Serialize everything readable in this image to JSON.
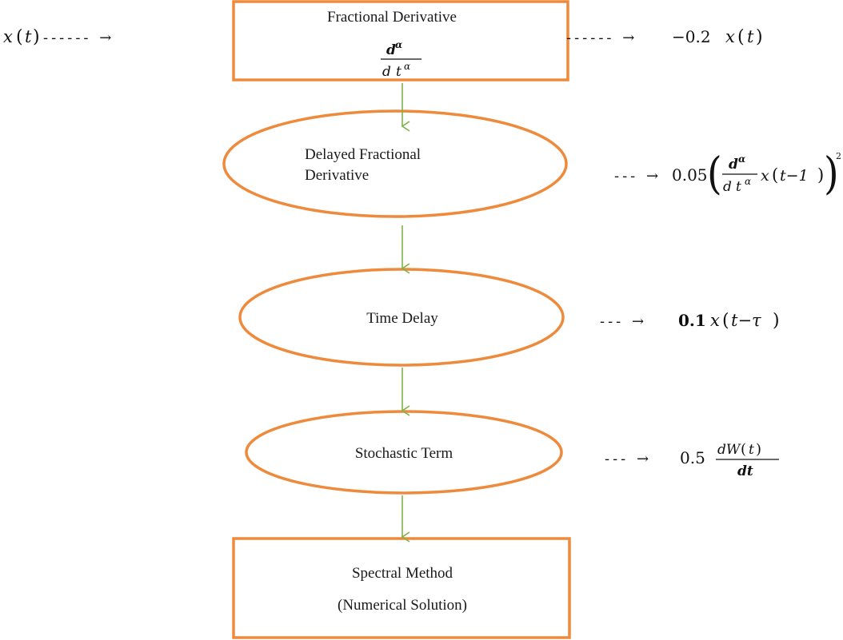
{
  "colors": {
    "shape_stroke": "#ee8a3c",
    "arrow": "#7fb24a",
    "text": "#1a1a1a"
  },
  "input": {
    "x": "x",
    "t": "t",
    "arrow": "------ →"
  },
  "nodes": {
    "fractional_derivative": {
      "label": "Fractional Derivative",
      "num_d": "d",
      "alpha": "α",
      "den_d": "d",
      "den_t": "t"
    },
    "delayed_fractional_derivative": {
      "line1": "Delayed Fractional",
      "line2": "Derivative"
    },
    "time_delay": {
      "label": "Time Delay"
    },
    "stochastic_term": {
      "label": "Stochastic Term"
    },
    "spectral_method": {
      "line1": "Spectral Method",
      "line2": "(Numerical Solution)"
    }
  },
  "outputs": {
    "o1": {
      "arrow": "------ →",
      "coef": "−0.2",
      "x": "x",
      "t": "t"
    },
    "o2": {
      "arrow": "--- →",
      "coef": "0.05",
      "num_d": "d",
      "alpha": "α",
      "den_d": "d",
      "den_t": "t",
      "x": "x",
      "arg": "t−1",
      "power": "2"
    },
    "o3": {
      "arrow": "--- →",
      "coef": "0.1",
      "x": "x",
      "arg": "t−τ"
    },
    "o4": {
      "arrow": "--- →",
      "coef": "0.5",
      "num": "dW",
      "num_t": "t",
      "den": "dt"
    }
  }
}
